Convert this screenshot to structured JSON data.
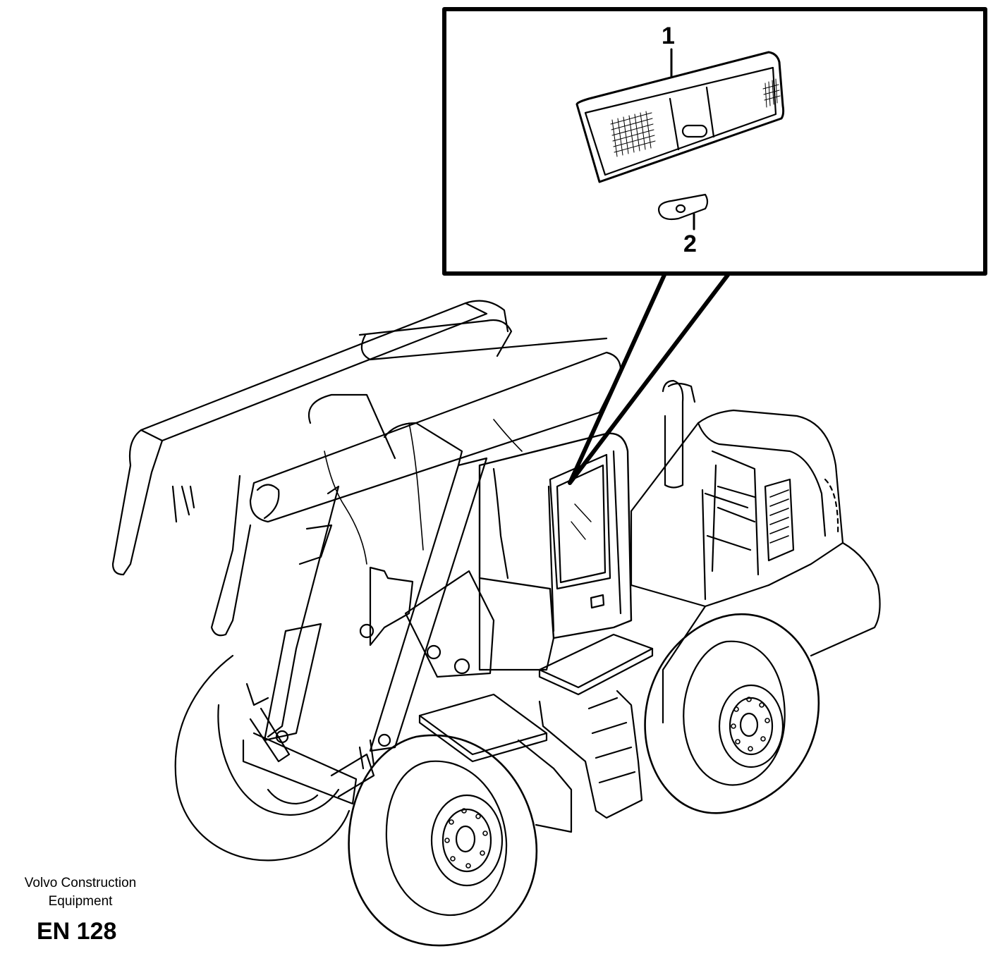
{
  "callouts": [
    {
      "number": "1",
      "part": "lamp"
    },
    {
      "number": "2",
      "part": "bulb"
    }
  ],
  "footer": {
    "brand_line1": "Volvo Construction",
    "brand_line2": "Equipment",
    "code": "EN 128"
  },
  "colors": {
    "ink": "#000000",
    "paper": "#ffffff"
  }
}
